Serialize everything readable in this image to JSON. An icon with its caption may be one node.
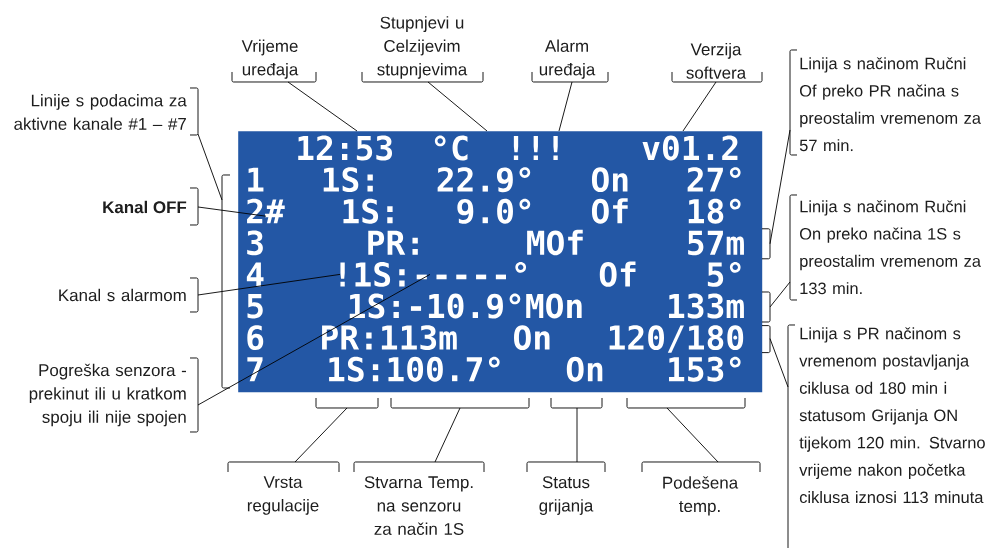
{
  "diagram": {
    "nodes": [
      {
        "text": [],
        "shape": "box"
      },
      {
        "text": [
          "12:53 °C !!! v01.2"
        ],
        "in": 0
      },
      {
        "text": [
          "1 1S: 22.9° On 27°"
        ],
        "in": 0
      },
      {
        "text": [
          "2# 1S: 9.0° Of 18°"
        ],
        "in": 0
      },
      {
        "text": [
          "3 PR: MOf 57m"
        ],
        "in": 0
      },
      {
        "text": [
          "4 !1S:-----° Of 5°"
        ],
        "in": 0
      },
      {
        "text": [
          "5 1S:-10.9°MOn 133m"
        ],
        "in": 0
      },
      {
        "text": [
          "6 PR:113m On 120/180"
        ],
        "in": 0
      },
      {
        "text": [
          "7 1S:100.7° On 153°"
        ],
        "in": 0
      },
      {
        "text": [
          "Vrijeme uređaja"
        ]
      },
      {
        "text": [
          "Stupnjevi u Celzijevim stupnjevima"
        ]
      },
      {
        "text": [
          "Alarm uređaja"
        ]
      },
      {
        "text": [
          "Verzija softvera"
        ]
      },
      {
        "text": [
          "Linije s podacima za aktivne kanale #1 – #7"
        ]
      },
      {
        "text": [
          "Kanal OFF"
        ]
      },
      {
        "text": [
          "Kanal s alarmom"
        ]
      },
      {
        "text": [
          "Pogreška senzora - prekinut ili u kratkom spoju ili nije spojen"
        ]
      },
      {
        "text": [
          "Linija s načinom Ručni Of preko PR načina s preostalim vremenom za 57 min."
        ]
      },
      {
        "text": [
          "Linija s načinom Ručni On preko načina 1S s preostalim vremenom za 133 min."
        ]
      },
      {
        "text": [
          "Linija s PR načinom s vremenom postavljanja ciklusa od 180 min i statusom Grijanja ON tijekom 120 min. Stvarno vrijeme nakon početka ciklusa iznosi 113 minuta"
        ]
      },
      {
        "text": [
          "Vrsta regulacije"
        ]
      },
      {
        "text": [
          "Stvarna Temp. na senzoru za način 1S"
        ]
      },
      {
        "text": [
          "Status grijanja"
        ]
      },
      {
        "text": [
          "Podešena temp."
        ]
      }
    ],
    "edges": [
      {
        "from": 9,
        "to": 1,
        "arrow": "none"
      },
      {
        "from": 10,
        "to": 1,
        "arrow": "none"
      },
      {
        "from": 11,
        "to": 1,
        "arrow": "none"
      },
      {
        "from": 12,
        "to": 1,
        "arrow": "none"
      },
      {
        "from": 13,
        "to": 0,
        "arrow": "none"
      },
      {
        "from": 14,
        "to": 3,
        "arrow": "none"
      },
      {
        "from": 15,
        "to": 5,
        "arrow": "none"
      },
      {
        "from": 16,
        "to": 5,
        "arrow": "none"
      },
      {
        "from": 17,
        "to": 4,
        "arrow": "none"
      },
      {
        "from": 18,
        "to": 6,
        "arrow": "none"
      },
      {
        "from": 19,
        "to": 7,
        "arrow": "none"
      },
      {
        "from": 20,
        "to": 0,
        "arrow": "none"
      },
      {
        "from": 21,
        "to": 0,
        "arrow": "none"
      },
      {
        "from": 22,
        "to": 0,
        "arrow": "none"
      },
      {
        "from": 23,
        "to": 0,
        "arrow": "none"
      }
    ]
  }
}
